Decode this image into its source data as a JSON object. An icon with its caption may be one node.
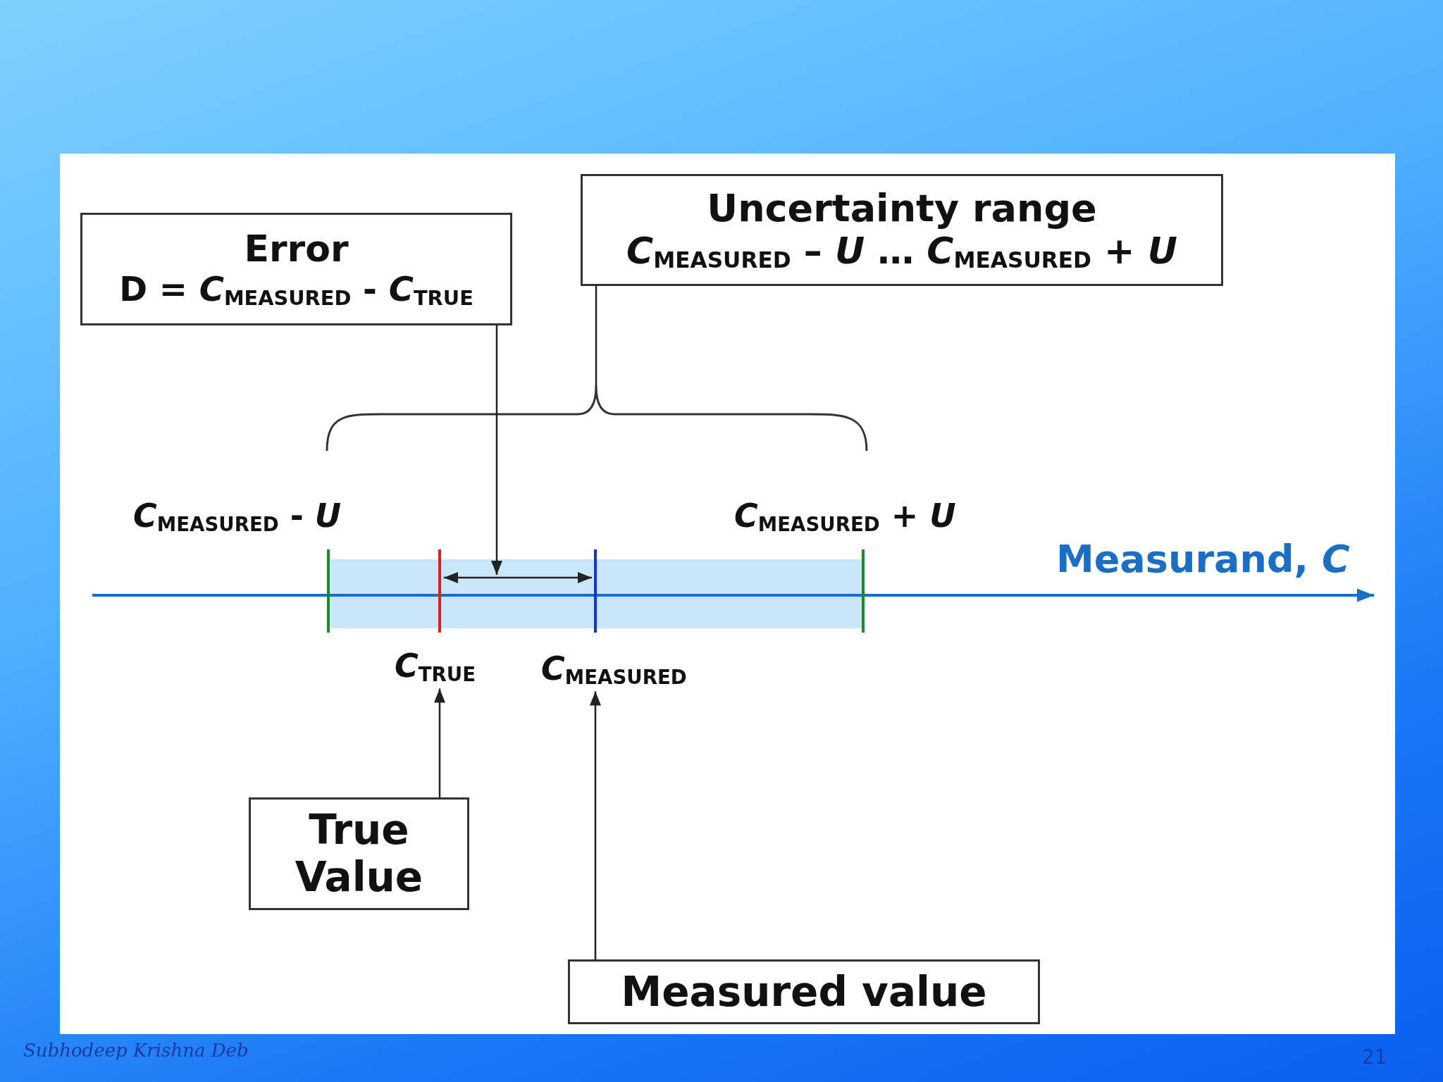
{
  "diagram": {
    "nodes": [
      {
        "text": [
          "Error",
          "D = *C*$_{MEASURED}$ - *C*$_{TRUE}$"
        ]
      },
      {
        "text": [
          "Uncertainty range",
          "*C*$_{MEASURED}$ – *U*  …  *C*$_{MEASURED}$ + *U*"
        ]
      },
      {
        "text": [
          "True Value"
        ]
      },
      {
        "text": [
          "Measured value"
        ]
      },
      {
        "text": [
          "*C*$_{TRUE}$"
        ]
      },
      {
        "text": [
          "*C*$_{MEASURED}$"
        ]
      },
      {
        "text": [],
        "shape": "brace"
      }
    ],
    "edges": [
      {
        "from": 0,
        "to": null,
        "arrow": "to"
      },
      {
        "from": 1,
        "to": 6,
        "arrow": "none"
      },
      {
        "from": 2,
        "to": 4,
        "arrow": "to"
      },
      {
        "from": 3,
        "to": 5,
        "arrow": "to"
      }
    ],
    "labels": [
      "*C*$_{MEASURED}$ - *U*",
      "*C*$_{MEASURED}$ + *U*",
      "Measurand, *C*",
      "Subhodeep Krishna Deb",
      "21"
    ]
  }
}
